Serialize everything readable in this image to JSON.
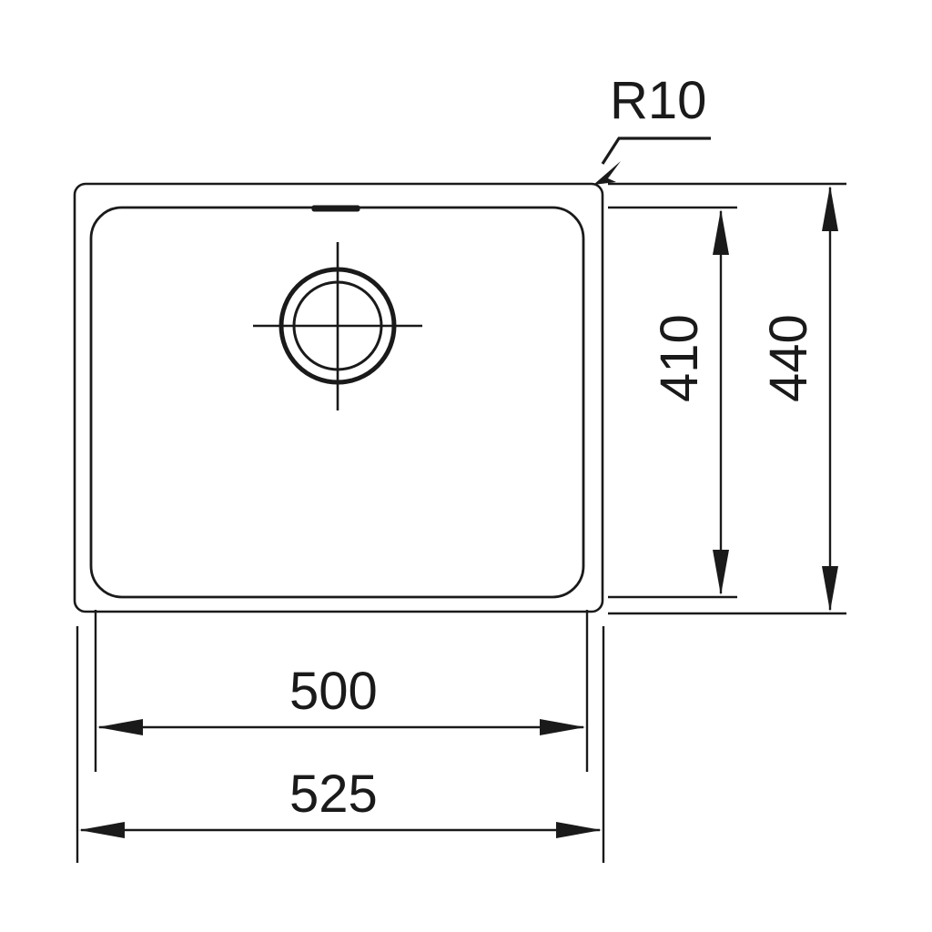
{
  "drawing": {
    "title": "Kitchen sink cutout technical drawing",
    "units": "mm",
    "line_color": "#1a1a1a",
    "background_color": "#ffffff",
    "dimensions": {
      "overall_width": "525",
      "bowl_width": "500",
      "overall_height": "440",
      "bowl_height": "410",
      "corner_radius": "R10"
    },
    "labels": {
      "radius_label": "R10",
      "inner_height_label": "410",
      "outer_height_label": "440",
      "inner_width_label": "500",
      "outer_width_label": "525"
    },
    "features": {
      "drain_label": "drain-centre-mark",
      "overflow_label": "overflow-slot"
    }
  }
}
